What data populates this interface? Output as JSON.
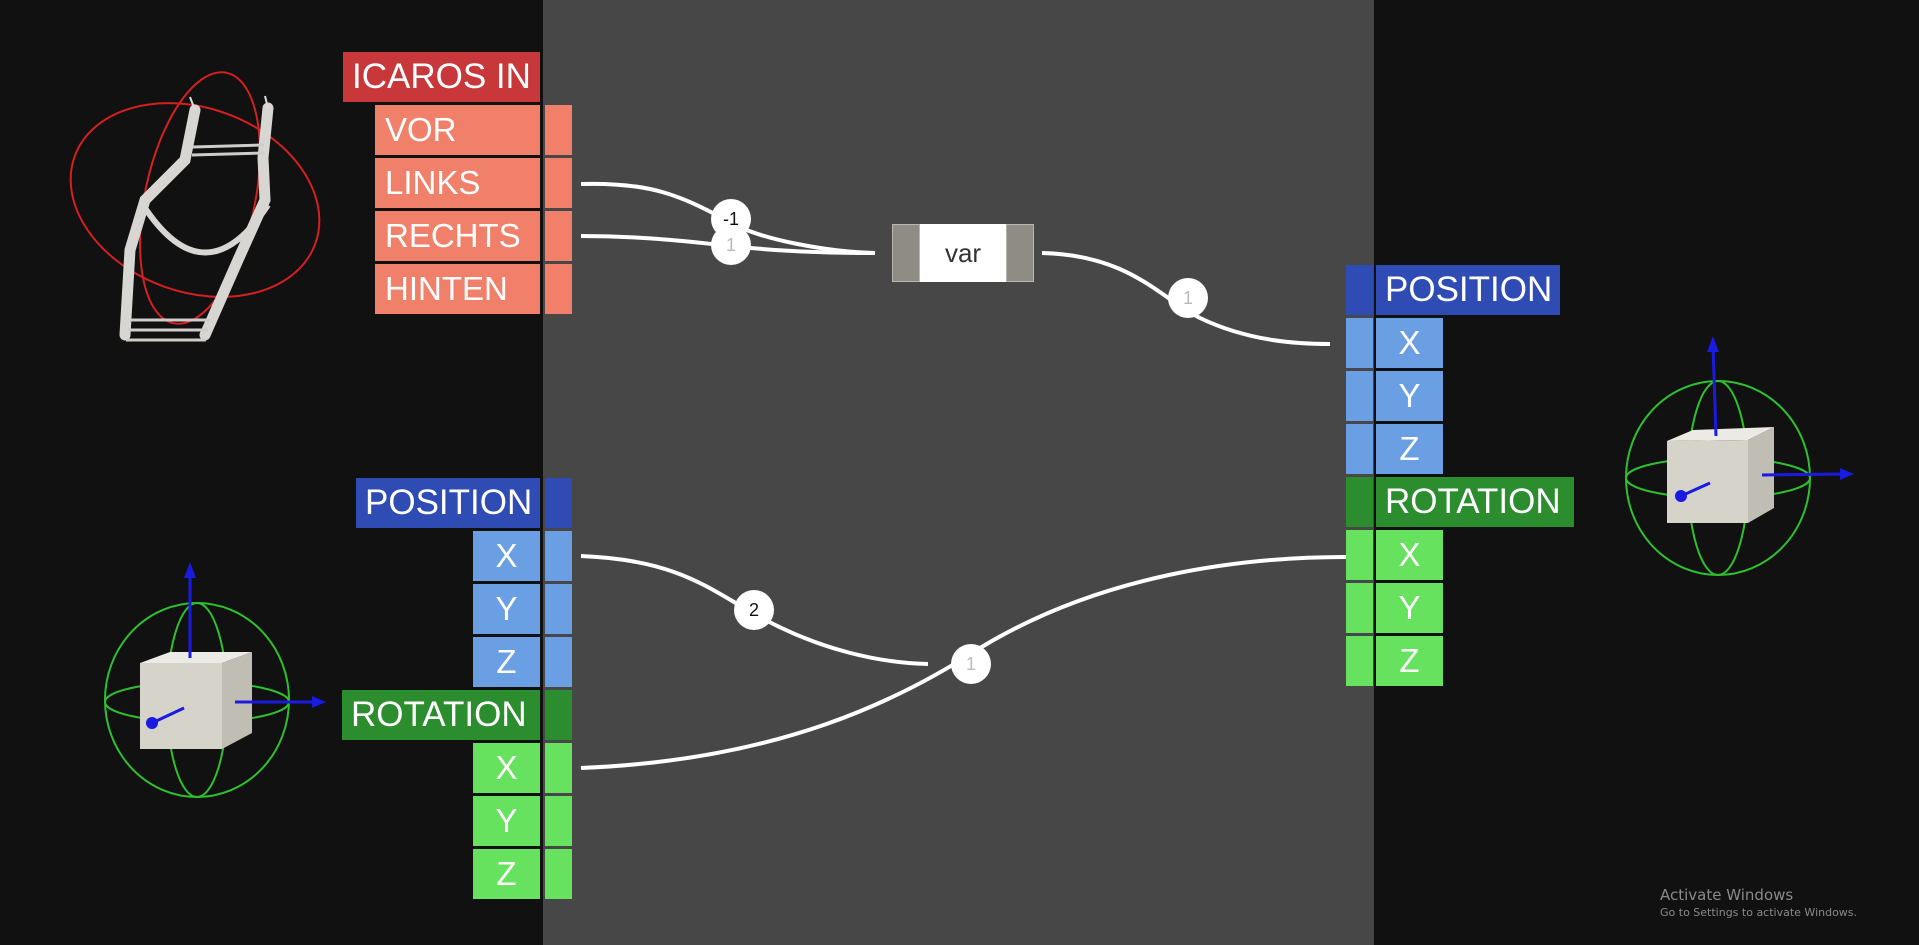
{
  "icaros_in": {
    "title": "ICAROS IN",
    "items": [
      "VOR",
      "LINKS",
      "RECHTS",
      "HINTEN"
    ]
  },
  "left_position": {
    "title": "POSITION",
    "axes": [
      "X",
      "Y",
      "Z"
    ]
  },
  "left_rotation": {
    "title": "ROTATION",
    "axes": [
      "X",
      "Y",
      "Z"
    ]
  },
  "right_position": {
    "title": "POSITION",
    "axes": [
      "X",
      "Y",
      "Z"
    ]
  },
  "right_rotation": {
    "title": "ROTATION",
    "axes": [
      "X",
      "Y",
      "Z"
    ]
  },
  "var_node": {
    "label": "var"
  },
  "multipliers": {
    "links_to_var": "-1",
    "rechts_to_var": "1",
    "var_to_position": "1",
    "position_x_wire": "2",
    "rotation_x_wire": "1"
  },
  "watermark": {
    "title": "Activate Windows",
    "subtitle": "Go to Settings to activate Windows."
  },
  "colors": {
    "background": "#111111",
    "center_panel": "#474747",
    "icaros_header": "#c8383b",
    "icaros_items": "#f0806a",
    "position_header": "#2f4bb4",
    "position_axes": "#6a9fe4",
    "rotation_header": "#2c8d2e",
    "rotation_axes": "#67e25f",
    "gizmo_ring": "#2fc02f",
    "gizmo_axis": "#1a1ae0"
  },
  "icons": [
    "icaros-device-icon",
    "input-object-gizmo-icon",
    "output-object-gizmo-icon"
  ]
}
